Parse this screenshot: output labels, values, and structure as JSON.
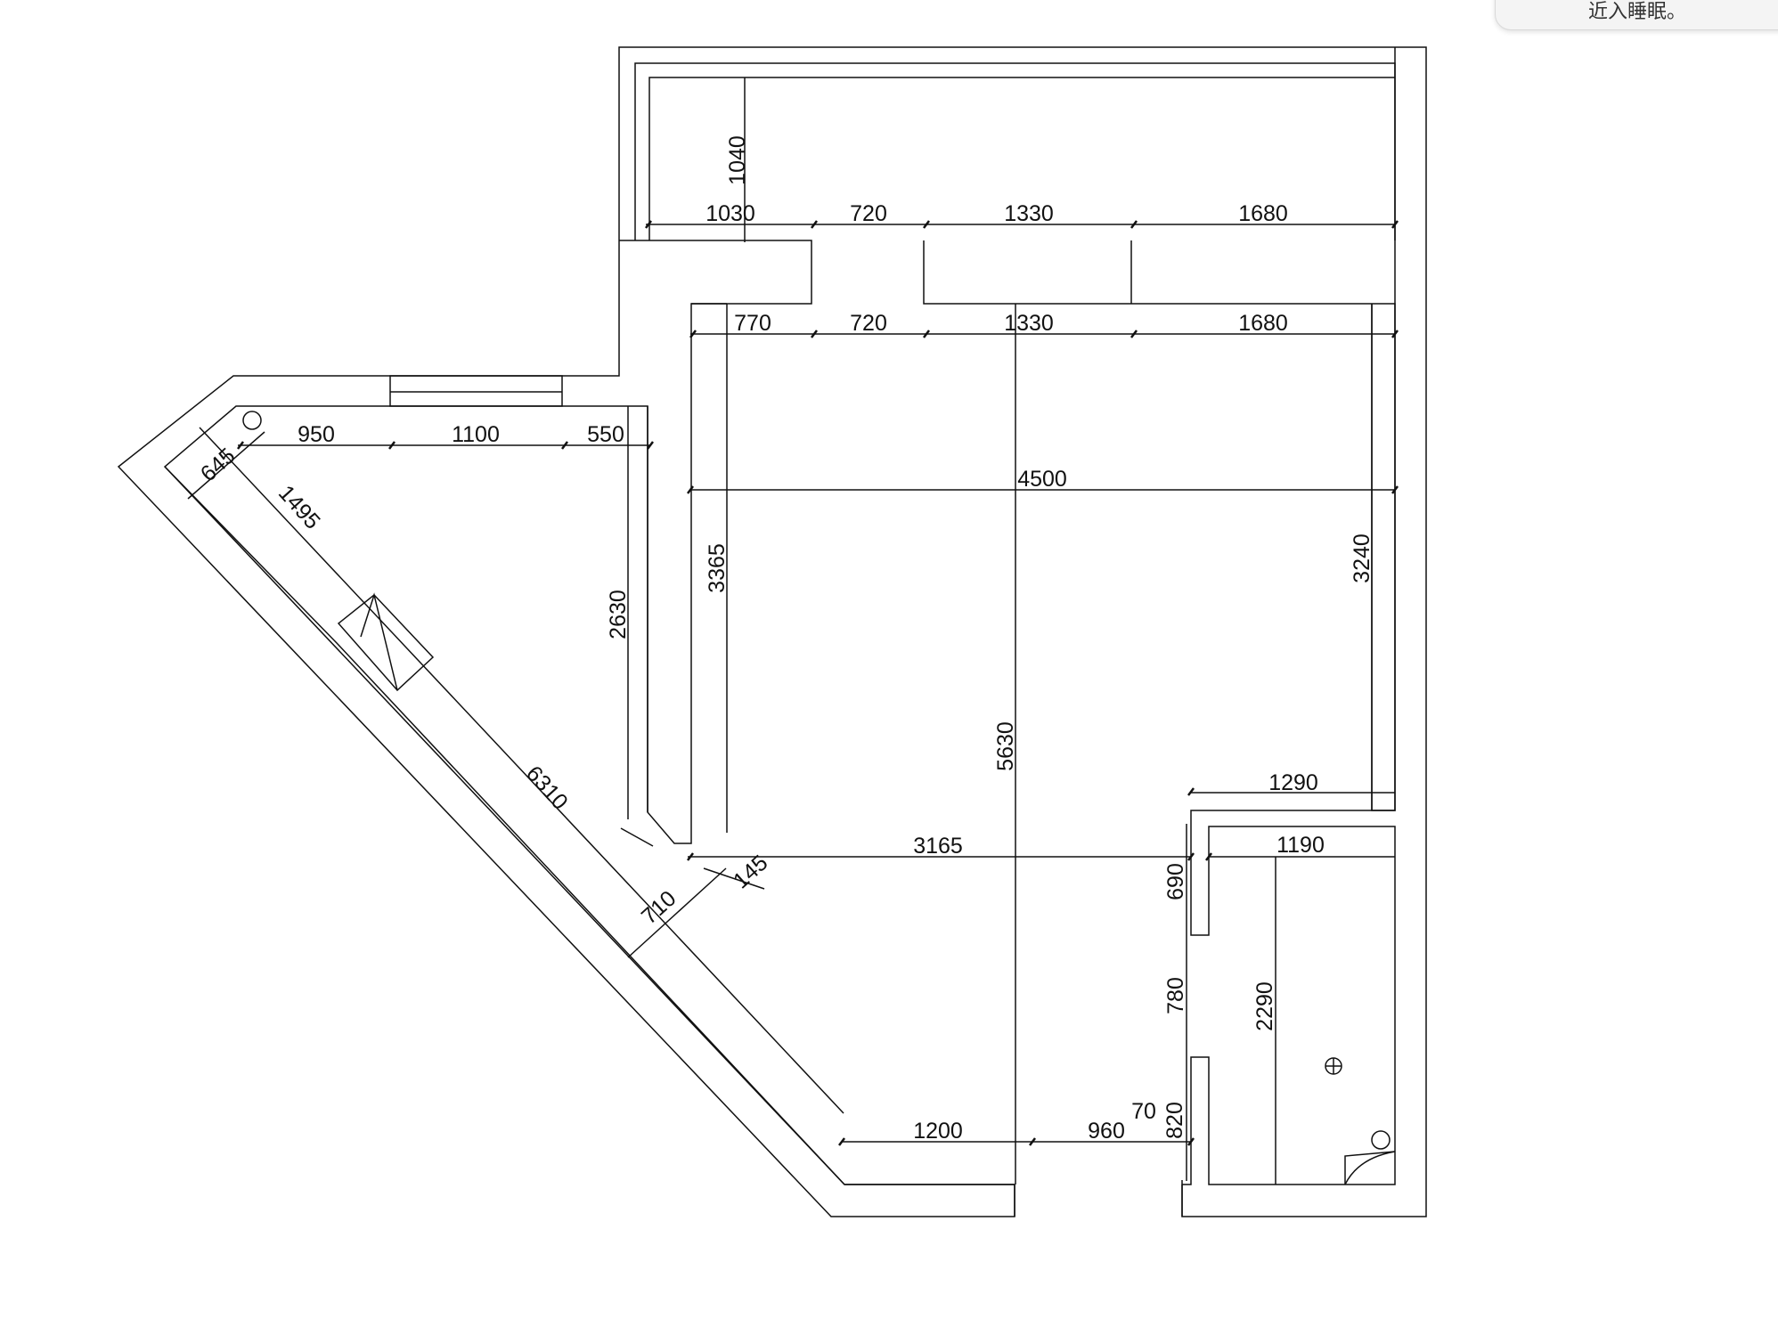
{
  "notification": {
    "text": "近入睡眠。"
  },
  "dimensions": {
    "top_room_height": "1040",
    "top_row": [
      "1030",
      "720",
      "1330",
      "1680"
    ],
    "second_row": [
      "770",
      "720",
      "1330",
      "1680"
    ],
    "left_top_row": [
      "950",
      "1100",
      "550"
    ],
    "diag_645": "645",
    "diag_1495": "1495",
    "diag_6310": "6310",
    "diag_710": "710",
    "diag_145": "145",
    "vert_2630": "2630",
    "vert_3365": "3365",
    "horiz_4500": "4500",
    "vert_5630": "5630",
    "vert_3240": "3240",
    "horiz_1290": "1290",
    "horiz_3165": "3165",
    "horiz_1190": "1190",
    "vert_690": "690",
    "vert_780": "780",
    "vert_2290": "2290",
    "horiz_70": "70",
    "vert_820": "820",
    "horiz_1200": "1200",
    "horiz_960": "960"
  },
  "icons": {
    "circle_fixture": "drain-circle-icon",
    "crosshair_fixture": "floor-drain-icon",
    "door_swing": "door-swing-icon"
  }
}
